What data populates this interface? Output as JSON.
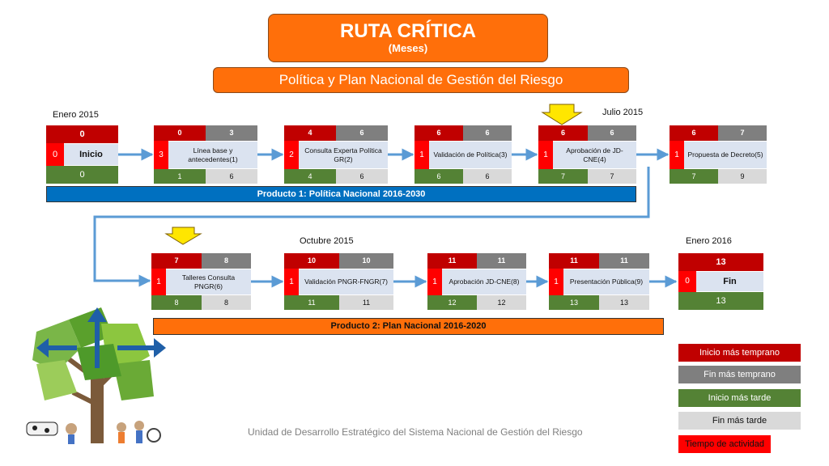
{
  "title": "RUTA CRÍTICA",
  "subtitle": "(Meses)",
  "banner": "Política y Plan Nacional de Gestión del Riesgo",
  "date_labels": [
    "Enero 2015",
    "Julio 2015",
    "Octubre 2015",
    "Enero 2016"
  ],
  "products": [
    "Producto 1: Política Nacional 2016-2030",
    "Producto 2: Plan Nacional 2016-2020"
  ],
  "start_node": {
    "es": "0",
    "dur": "0",
    "name": "Inicio",
    "ls": "0"
  },
  "end_node": {
    "es": "13",
    "dur": "0",
    "name": "Fin",
    "ls": "13"
  },
  "activities": [
    {
      "es": "0",
      "ef": "3",
      "dur": "3",
      "name": "Línea base y antecedentes(1)",
      "ls": "1",
      "lf": "6"
    },
    {
      "es": "4",
      "ef": "6",
      "dur": "2",
      "name": "Consulta Experta Política GR(2)",
      "ls": "4",
      "lf": "6"
    },
    {
      "es": "6",
      "ef": "6",
      "dur": "1",
      "name": "Validación de Política(3)",
      "ls": "6",
      "lf": "6"
    },
    {
      "es": "6",
      "ef": "6",
      "dur": "1",
      "name": "Aprobación de JD-CNE(4)",
      "ls": "7",
      "lf": "7"
    },
    {
      "es": "6",
      "ef": "7",
      "dur": "1",
      "name": "Propuesta de Decreto(5)",
      "ls": "7",
      "lf": "9"
    },
    {
      "es": "7",
      "ef": "8",
      "dur": "1",
      "name": "Talleres Consulta PNGR(6)",
      "ls": "8",
      "lf": "8"
    },
    {
      "es": "10",
      "ef": "10",
      "dur": "1",
      "name": "Validación PNGR-FNGR(7)",
      "ls": "11",
      "lf": "11"
    },
    {
      "es": "11",
      "ef": "11",
      "dur": "1",
      "name": "Aprobación JD-CNE(8)",
      "ls": "12",
      "lf": "12"
    },
    {
      "es": "11",
      "ef": "11",
      "dur": "1",
      "name": "Presentación Pública(9)",
      "ls": "13",
      "lf": "13"
    }
  ],
  "legend": [
    "Inicio más temprano",
    "Fin más temprano",
    "Inicio más tarde",
    "Fin más tarde",
    "Tiempo de actividad"
  ],
  "footer": "Unidad de Desarrollo Estratégico del Sistema Nacional de Gestión del Riesgo",
  "colors": {
    "earliest_start": "#c00000",
    "earliest_finish": "#7f7f7f",
    "latest_start": "#548235",
    "latest_finish": "#d9d9d9",
    "duration": "#ff0000",
    "orange": "#ff6f0a",
    "blue": "#0070c0"
  }
}
